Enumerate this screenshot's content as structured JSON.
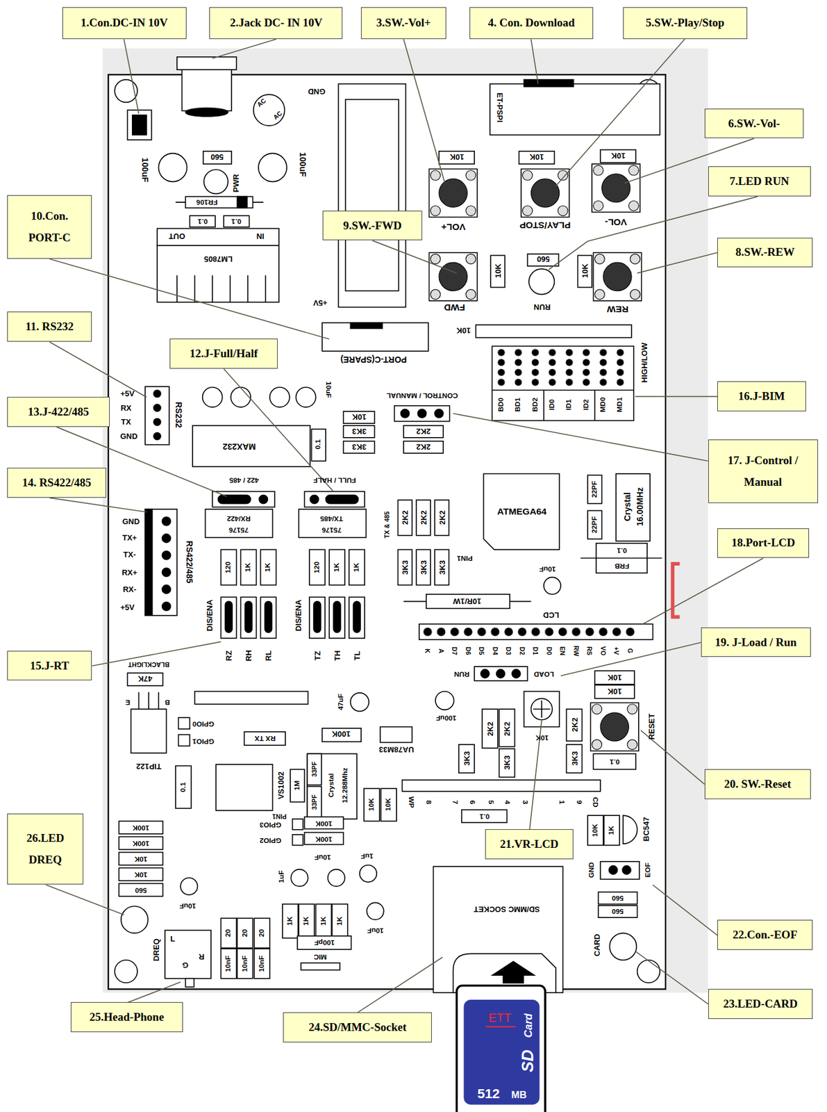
{
  "diagram": {
    "nodes": [
      {
        "text": [
          "1.Con.DC-IN 10V"
        ]
      },
      {
        "text": [
          "2.Jack DC- IN 10V"
        ]
      },
      {
        "text": [
          "3.SW.-Vol+"
        ]
      },
      {
        "text": [
          "4. Con. Download"
        ]
      },
      {
        "text": [
          "5.SW.-Play/Stop"
        ]
      },
      {
        "text": [
          "6.SW.-Vol-"
        ]
      },
      {
        "text": [
          "7.LED RUN"
        ]
      },
      {
        "text": [
          "8.SW.-REW"
        ]
      },
      {
        "text": [
          "9.SW.-FWD"
        ]
      },
      {
        "text": [
          "10.Con. PORT-C"
        ]
      },
      {
        "text": [
          "11. RS232"
        ]
      },
      {
        "text": [
          "12.J-Full/Half"
        ]
      },
      {
        "text": [
          "13.J-422/485"
        ]
      },
      {
        "text": [
          "14. RS422/485"
        ]
      },
      {
        "text": [
          "15.J-RT"
        ]
      },
      {
        "text": [
          "16.J-BIM"
        ]
      },
      {
        "text": [
          "17. J-Control / Manual"
        ]
      },
      {
        "text": [
          "18.Port-LCD"
        ]
      },
      {
        "text": [
          "19. J-Load / Run"
        ]
      },
      {
        "text": [
          "20. SW.-Reset"
        ]
      },
      {
        "text": [
          "21.VR-LCD"
        ]
      },
      {
        "text": [
          "22.Con.-EOF"
        ]
      },
      {
        "text": [
          "23.LED-CARD"
        ]
      },
      {
        "text": [
          "24.SD/MMC-Socket"
        ]
      },
      {
        "text": [
          "25.Head-Phone"
        ]
      },
      {
        "text": [
          "26.LED DREQ"
        ]
      }
    ],
    "labels": [
      "100uF",
      "100uF",
      "560",
      "PWR",
      "FR106",
      "0.1",
      "0.1",
      "OUT",
      "IN",
      "LM7805",
      "AC",
      "AC",
      "GND",
      "+5V",
      "ET-PSPI",
      "10K",
      "10K",
      "10K",
      "VOL+",
      "PLAY/STOP",
      "VOL-",
      "10K",
      "560",
      "RUN",
      "10K",
      "FWD",
      "REW",
      "10K",
      "PORT-C(SPARE)",
      "HIGH/LOW",
      "BD0",
      "BD1",
      "BD2",
      "ID0",
      "ID1",
      "ID2",
      "MD0",
      "MD1",
      "CONTROL / MANUAL",
      "2K2",
      "2K2",
      "+5V",
      "RX",
      "TX",
      "GND",
      "RS232",
      "10uF",
      "10K",
      "3K3",
      "3K3",
      "MAX232",
      "0.1",
      "422 / 485",
      "FULL / HALF",
      "75176",
      "RX/422",
      "75176",
      "TX/485",
      "TX & 485",
      "GND",
      "TX+",
      "TX-",
      "RX+",
      "RX-",
      "+5V",
      "RS422/485",
      "120",
      "1K",
      "1K",
      "120",
      "1K",
      "1K",
      "DIS/ENA",
      "DIS/ENA",
      "RZ",
      "RH",
      "RL",
      "TZ",
      "TH",
      "TL",
      "2K2",
      "2K2",
      "2K2",
      "3K3",
      "3K3",
      "3K3",
      "PIN1",
      "ATMEGA64",
      "22PF",
      "22PF",
      "Crystal",
      "16.00MHz",
      "0.1",
      "FRB",
      "10uF",
      "10R/1W",
      "LCD",
      "K",
      "A",
      "D7",
      "D6",
      "D5",
      "D4",
      "D3",
      "D2",
      "D1",
      "D0",
      "EN",
      "RW",
      "RS",
      "VO",
      "+V",
      "G",
      "BLACKLIGHT",
      "47K",
      "47uF",
      "RUN",
      "LOAD",
      "10K",
      "10K",
      "100uF",
      "100K",
      "RX TX",
      "GPIO0",
      "GPIO1",
      "E",
      "B",
      "TIP122",
      "UA78M33",
      "2K2",
      "2K2",
      "10K",
      "2K2",
      "RESET",
      "0.1",
      "3K3",
      "3K3",
      "3K3",
      "0.1",
      "VS1002",
      "PIN1",
      "1M",
      "33PF",
      "33PF",
      "Crystal",
      "12.288Mhz",
      "10K",
      "10K",
      "WP",
      "8",
      "7",
      "6",
      "5",
      "4",
      "3",
      "1",
      "9",
      "CD",
      "0.1",
      "GPIO3",
      "GPIO2",
      "100K",
      "100K",
      "10uF",
      "1uF",
      "1uF",
      "10uF",
      "10K",
      "1K",
      "BC547",
      "GND",
      "EOF",
      "560",
      "560",
      "CARD",
      "SD/MMC SOCKET",
      "100K",
      "100K",
      "10K",
      "10K",
      "560",
      "10uF",
      "20",
      "20",
      "20",
      "10nF",
      "10nF",
      "10nF",
      "1K",
      "1K",
      "1K",
      "1K",
      "100pF",
      "MIC",
      "DREQ",
      "L",
      "R",
      "G",
      "ETT",
      "SD",
      "Card",
      "512",
      "MB"
    ]
  }
}
